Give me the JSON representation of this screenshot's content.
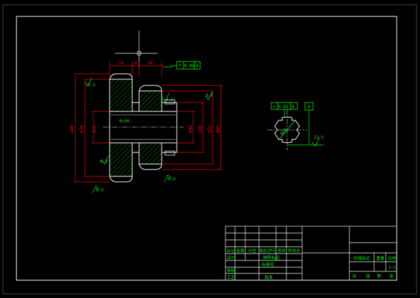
{
  "colors": {
    "background": "#000000",
    "frame": "#ffffff",
    "outline": "#ffffff",
    "hatch": "#00ff00",
    "dimension": "#ff0000",
    "annotation": "#00ff00",
    "axis": "#ffffff"
  },
  "drawing": {
    "left_view": {
      "center_mark_icon": "crosshair-icon",
      "top_dims": [
        "24",
        "8",
        "24"
      ],
      "tolerance_frame": [
        "f",
        "0.06",
        "A"
      ],
      "left_dims": [
        "Ø90",
        "Ø70",
        "Ø50"
      ],
      "right_dims": [
        "Ø40",
        "Ø58",
        "Ø72",
        "Ø85"
      ],
      "roughness": [
        "3.2",
        "3.2",
        "3.2",
        "6.3",
        "6.3",
        "6.3"
      ],
      "bore_label": "8×30"
    },
    "right_view": {
      "datum": "A",
      "tolerance_frame": [
        "=",
        "0.03",
        "A"
      ],
      "dim": "Ø28",
      "roughness": "12.5"
    }
  },
  "title_block": {
    "row1": [
      "标记",
      "处数",
      "分区",
      "更改文件号",
      "签名",
      "年月日"
    ],
    "row1_mid": "图样标记",
    "row2": [
      "设计",
      "标准化"
    ],
    "row3": [
      "审核",
      "批准"
    ],
    "row4": [
      "工艺"
    ],
    "right": [
      "阶段标记",
      "重量",
      "比例"
    ],
    "scale": "1:1",
    "sheet": [
      "共",
      "张",
      "第",
      "张"
    ]
  }
}
